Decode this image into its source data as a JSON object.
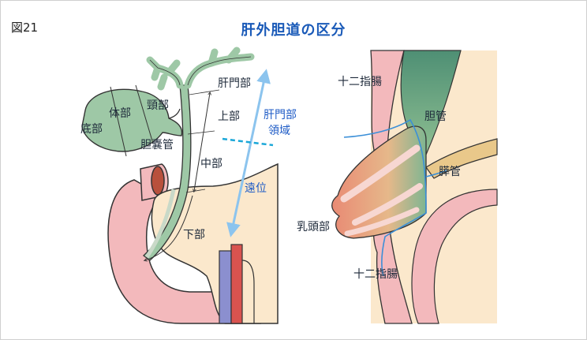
{
  "figure_label": "図21",
  "title": "肝外胆道の区分",
  "left_diagram": {
    "gallbladder_labels": {
      "fundus": "底部",
      "body": "体部",
      "neck": "頸部",
      "cystic_duct": "胆嚢管"
    },
    "duct_segments": {
      "hilar": "肝門部",
      "upper": "上部",
      "middle": "中部",
      "lower": "下部"
    },
    "arrow_labels": {
      "hilar_region_line1": "肝門部",
      "hilar_region_line2": "領域",
      "distal": "遠位"
    }
  },
  "right_diagram": {
    "duodenum_top": "十二指腸",
    "bile_duct": "胆管",
    "pancreatic_duct": "膵管",
    "papilla": "乳頭部",
    "duodenum_bottom": "十二指腸"
  },
  "colors": {
    "title": "#1a5ab8",
    "arrow_blue": "#8cc4ee",
    "dashed_line": "#1aa7d8",
    "gallbladder": "#9ec8a6",
    "pancreas": "#fbe8cc",
    "duodenum": "#f3b9bc",
    "papilla_outline": "#3b8fd8"
  }
}
